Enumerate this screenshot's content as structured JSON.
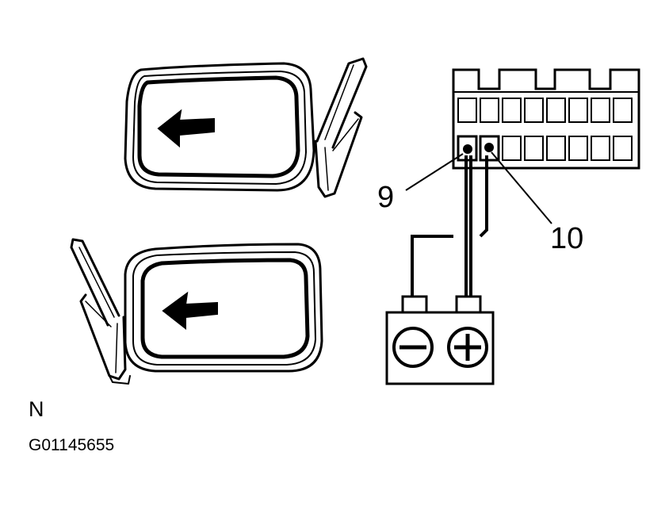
{
  "labels": {
    "pin_9": "9",
    "pin_10": "10",
    "corner_letter": "N",
    "figure_id": "G01145655"
  },
  "battery": {
    "negative_symbol": "minus",
    "positive_symbol": "plus"
  },
  "icons": {
    "mirror_arrow": "left-arrow-icon",
    "terminal_negative": "minus-icon",
    "terminal_positive": "plus-icon"
  }
}
